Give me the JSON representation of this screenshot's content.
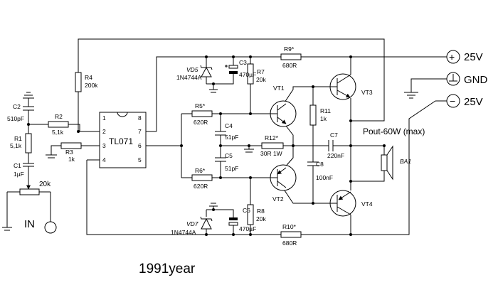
{
  "ic": {
    "name": "TL071",
    "pins_left": [
      "1",
      "2",
      "3",
      "4"
    ],
    "pins_right": [
      "8",
      "7",
      "6",
      "5"
    ]
  },
  "supply": {
    "pos": "25V",
    "gnd": "GND",
    "neg": "25V",
    "plus_sym": "+",
    "minus_sym": "−"
  },
  "output": {
    "pout": "Pout-60W (max)",
    "speaker": "BA1"
  },
  "input": {
    "label": "IN",
    "pot": "20k"
  },
  "year": "1991year",
  "parts": {
    "R1": {
      "ref": "R1",
      "val": "5,1k"
    },
    "R2": {
      "ref": "R2",
      "val": "5,1k"
    },
    "R3": {
      "ref": "R3",
      "val": "1k"
    },
    "R4": {
      "ref": "R4",
      "val": "200k"
    },
    "R5": {
      "ref": "R5*",
      "val": "620R"
    },
    "R6": {
      "ref": "R6*",
      "val": "620R"
    },
    "R7": {
      "ref": "R7",
      "val": "20k"
    },
    "R8": {
      "ref": "R8",
      "val": "20k"
    },
    "R9": {
      "ref": "R9*",
      "val": "680R"
    },
    "R10": {
      "ref": "R10*",
      "val": "680R"
    },
    "R11": {
      "ref": "R11",
      "val": "1k"
    },
    "R12": {
      "ref": "R12*",
      "val": "30R 1W"
    },
    "C1": {
      "ref": "C1",
      "val": "1µF"
    },
    "C2": {
      "ref": "C2",
      "val": "510pF"
    },
    "C3": {
      "ref": "C3",
      "val": "470µF"
    },
    "C4": {
      "ref": "C4",
      "val": "51pF"
    },
    "C5": {
      "ref": "C5",
      "val": "51pF"
    },
    "C6": {
      "ref": "C6",
      "val": "470µF"
    },
    "C7": {
      "ref": "C7",
      "val": "220nF"
    },
    "C8": {
      "ref": "C8",
      "val": "100nF"
    },
    "VD5": {
      "ref": "VD5",
      "val": "1N4744A"
    },
    "VD7": {
      "ref": "VD7",
      "val": "1N4744A"
    },
    "VT1": {
      "ref": "VT1"
    },
    "VT2": {
      "ref": "VT2"
    },
    "VT3": {
      "ref": "VT3"
    },
    "VT4": {
      "ref": "VT4"
    }
  }
}
